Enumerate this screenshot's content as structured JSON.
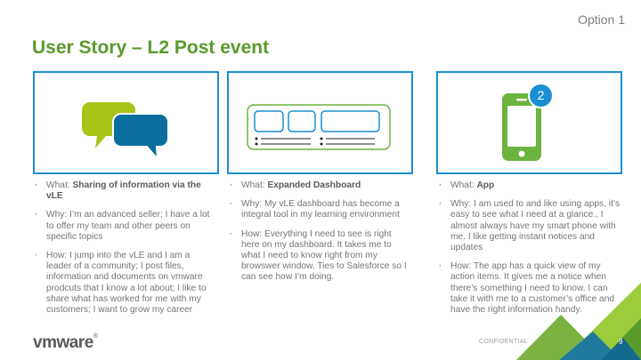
{
  "header": {
    "option_label": "Option 1",
    "title": "User Story – L2 Post event"
  },
  "icons": {
    "panel1": "chat-bubbles-icon",
    "panel2": "dashboard-layout-icon",
    "panel3": "smartphone-notification-icon",
    "notification_count": "2"
  },
  "colors": {
    "title_green": "#5b9a2c",
    "panel_border": "#1b8fd2",
    "bubble_lime": "#a7c518",
    "bubble_blue": "#0c6e9e",
    "phone_green": "#6db33f",
    "badge_blue": "#1b8fd2"
  },
  "columns": [
    {
      "what_prefix": "What: ",
      "what_value": "Sharing of information via the vLE",
      "why": "Why: I’m an advanced seller; I have a lot to offer my team and other peers on specific topics",
      "how": "How: I jump into the vLE and I am a leader of a community; I post files, information and documents on vmware prodcuts that I know a lot about; I like to share what has worked for me with my customers; I want to grow my career"
    },
    {
      "what_prefix": "What: ",
      "what_value": "Expanded Dashboard",
      "why": "Why: My vLE dashboard has become a integral tool in my learning environment",
      "how": "How: Everything I need to see is right here on my dashboard. It takes me to what I need to know right from my browswer window. Ties to Salesforce so I can see how I’m doing."
    },
    {
      "what_prefix": "What: ",
      "what_value": "App",
      "why": "Why: I am used to and like using apps, it’s easy to see what I need at a glance., I almost always have my smart phone with me. I like getting instant notices and updates",
      "how": "How: The app has a quick view of my action items. It gives me a notice when there’s something I need to know. I can take it with me to a customer’s office and have the right information handy."
    }
  ],
  "footer": {
    "logo": "vmware",
    "logo_mark": "®",
    "confidential": "CONFIDENTIAL",
    "page_number": "9"
  }
}
